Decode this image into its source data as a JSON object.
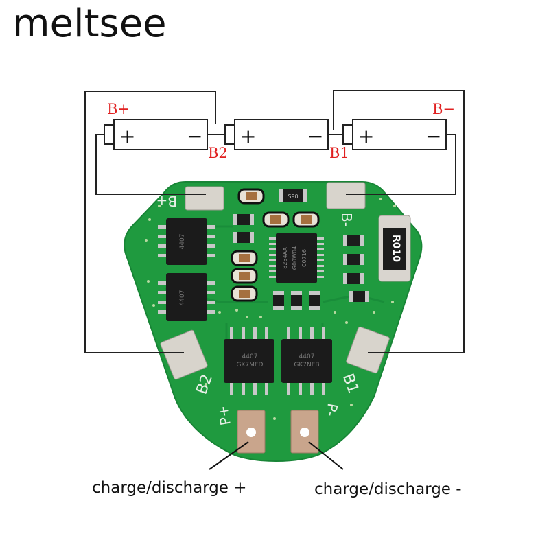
{
  "brand": "meltsee",
  "terminals": {
    "b_plus": "B+",
    "b_minus": "B−",
    "b1": "B1",
    "b2": "B2"
  },
  "battery_polarity": {
    "plus": "+",
    "minus": "−"
  },
  "board": {
    "pad_b_plus": "B+",
    "pad_b_minus": "B-",
    "pad_b1": "B1",
    "pad_b2": "B2",
    "pad_p_plus": "P+",
    "pad_p_minus": "P-",
    "chip_main_lines": [
      "8254AA",
      "G00W04",
      "C0716"
    ],
    "mosfet_lines": [
      "4407",
      "GK7MED"
    ],
    "mosfet_lines_b": [
      "4407",
      "GK7NEB"
    ],
    "resistor": "R010",
    "small_resistor": "S90"
  },
  "captions": {
    "charge_plus": "charge/discharge +",
    "charge_minus": "charge/discharge -"
  },
  "colors": {
    "pcb": "#1f9a3f",
    "pcb_dark": "#17813a",
    "pad": "#d8d4cc",
    "wire": "#222222",
    "label_red": "#e02020"
  }
}
